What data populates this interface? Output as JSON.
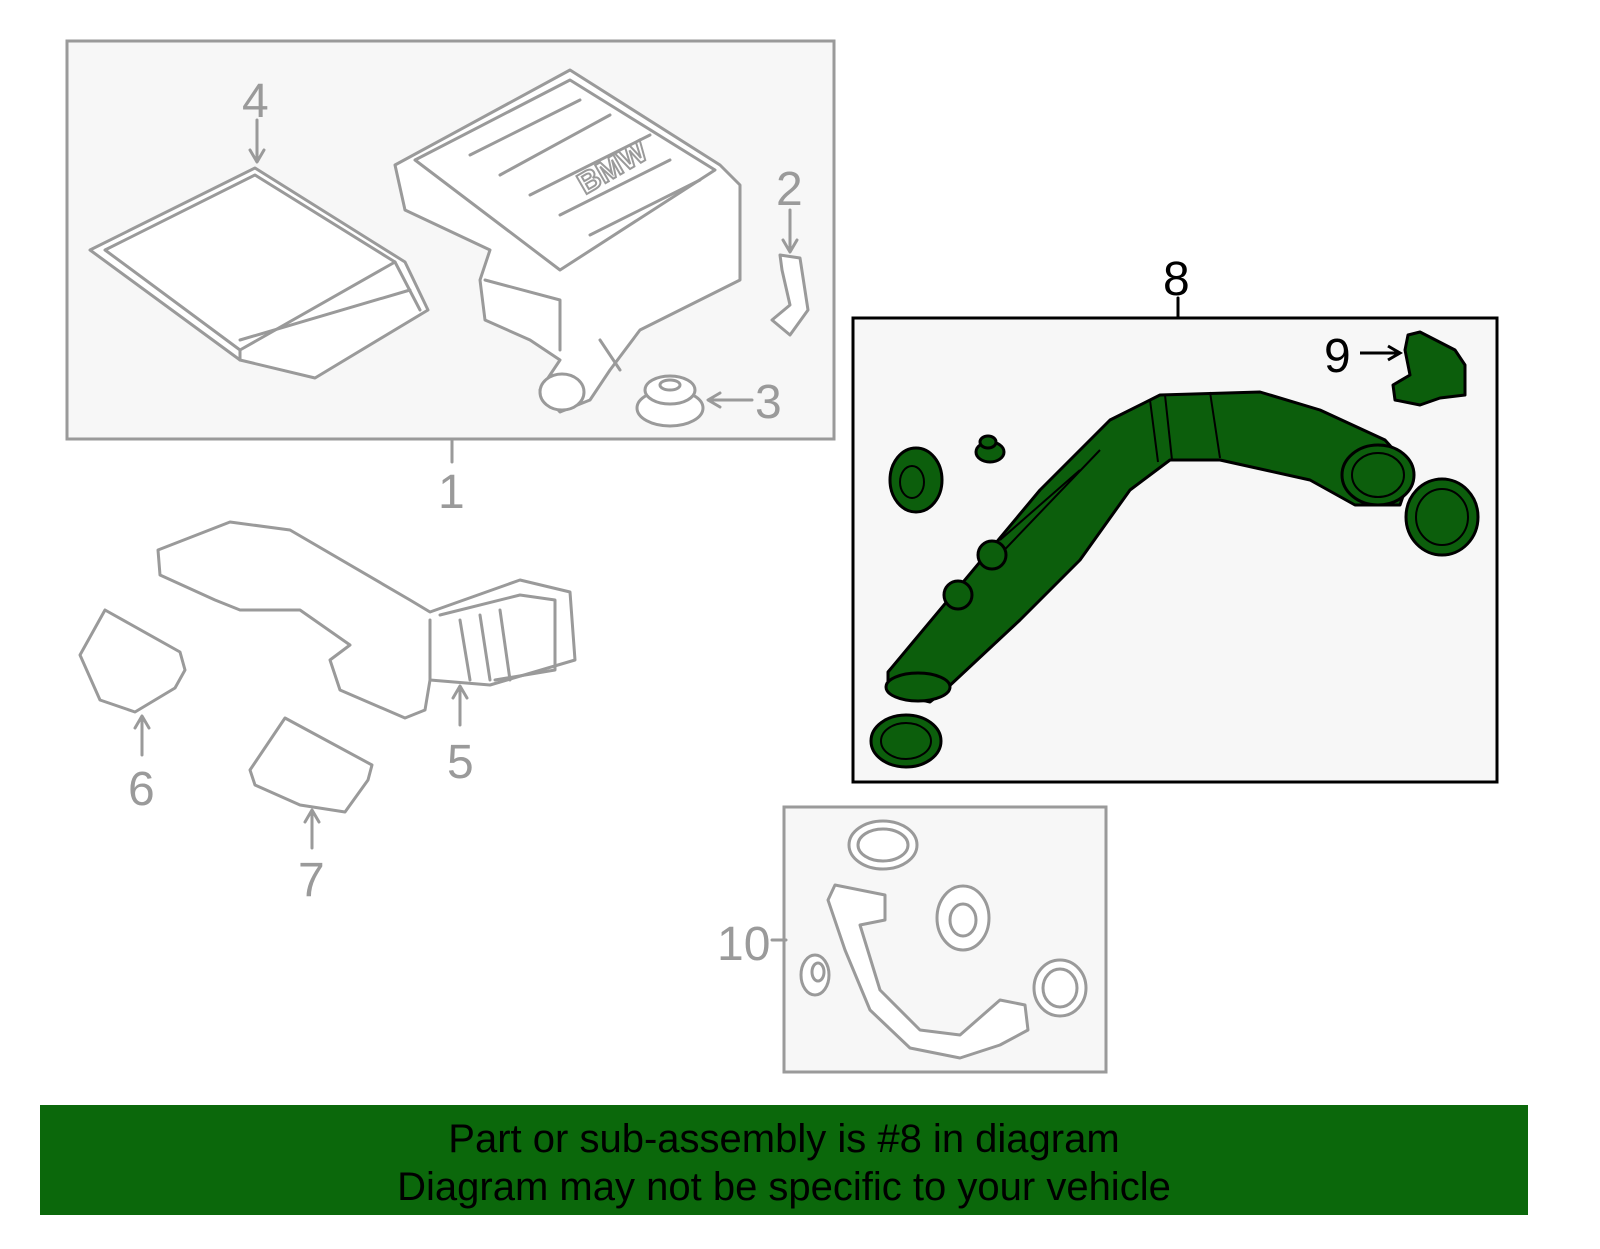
{
  "diagram": {
    "callouts": {
      "c1": "1",
      "c2": "2",
      "c3": "3",
      "c4": "4",
      "c5": "5",
      "c6": "6",
      "c7": "7",
      "c8": "8",
      "c9": "9",
      "c10": "10"
    },
    "logo_text": "BMW",
    "highlight_color": "#0c5e0c"
  },
  "banner": {
    "line1": "Part or sub-assembly is #8 in diagram",
    "line2": "Diagram may not be specific to your vehicle",
    "color": "#0b680b"
  }
}
